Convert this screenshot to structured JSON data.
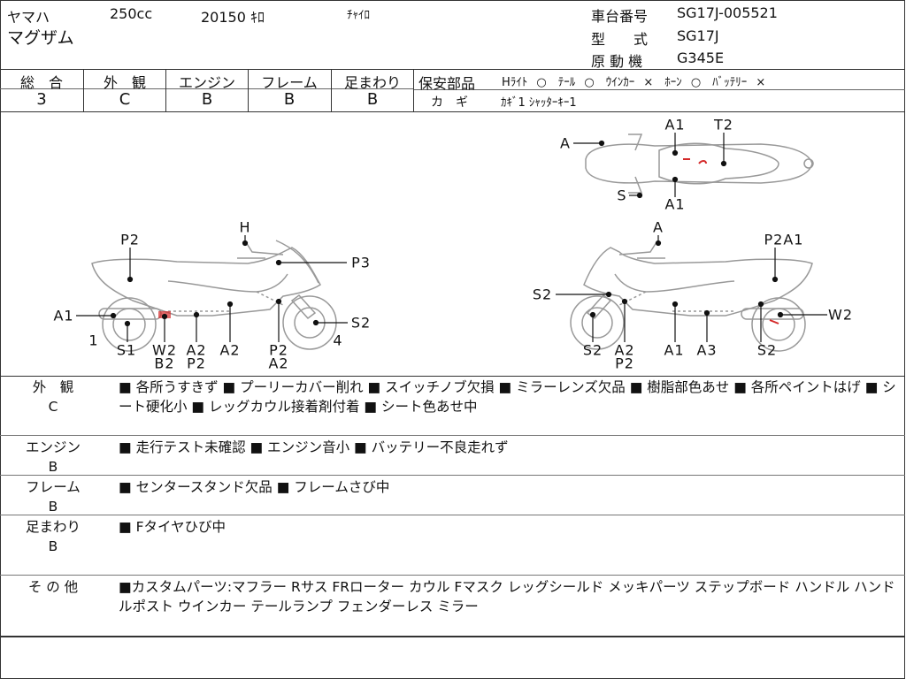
{
  "header": {
    "maker": "ヤマハ",
    "displacement": "250cc",
    "mileage": "20150 ｷﾛ",
    "color": "ﾁｬｲﾛ",
    "model_name": "マグザム",
    "frame_no_label": "車台番号",
    "frame_no": "SG17J-005521",
    "type_label": "型　　式",
    "type": "SG17J",
    "engine_label": "原 動 機",
    "engine": "G345E"
  },
  "grades": [
    {
      "label": "総　合",
      "value": "3"
    },
    {
      "label": "外　観",
      "value": "C"
    },
    {
      "label": "エンジン",
      "value": "B"
    },
    {
      "label": "フレーム",
      "value": "B"
    },
    {
      "label": "足まわり",
      "value": "B"
    }
  ],
  "safety": {
    "label": "保安部品",
    "items": "Hﾗｲﾄ ○　ﾃｰﾙ ○　ｳｲﾝｶｰ ×　ﾎｰﾝ ○　ﾊﾞｯﾃﾘｰ ×",
    "key_label": "カ　ギ",
    "key_value": "ｶｷﾞ1 ｼｬｯﾀｰｷｰ1"
  },
  "diagram": {
    "top_view": [
      "A",
      "A1",
      "T2",
      "S",
      "A1"
    ],
    "left_view": [
      "P2",
      "H",
      "P3",
      "A1",
      "S2",
      "1",
      "S1",
      "W2",
      "B2",
      "A2",
      "P2",
      "A2",
      "P2",
      "A2",
      "4"
    ],
    "right_view": [
      "A",
      "P2A1",
      "S2",
      "W2",
      "S2",
      "A2",
      "P2",
      "A1",
      "A3",
      "S2"
    ],
    "damage_color": "#d42a2a"
  },
  "comments": [
    {
      "category": "外　観",
      "grade": "C",
      "text": "■ 各所うすきず ■ プーリーカバー削れ ■ スイッチノブ欠損 ■ ミラーレンズ欠品 ■ 樹脂部色あせ ■ 各所ペイントはげ ■ シート硬化小 ■ レッグカウル接着剤付着 ■ シート色あせ中"
    },
    {
      "category": "エンジン",
      "grade": "B",
      "text": "■ 走行テスト未確認 ■ エンジン音小 ■ バッテリー不良走れず"
    },
    {
      "category": "フレーム",
      "grade": "B",
      "text": "■ センタースタンド欠品 ■ フレームさび中"
    },
    {
      "category": "足まわり",
      "grade": "B",
      "text": "■ Fタイヤひび中"
    },
    {
      "category": "そ の 他",
      "text": "■カスタムパーツ:マフラー Rサス FRローター カウル Fマスク レッグシールド メッキパーツ ステップボード ハンドル ハンドルポスト ウインカー テールランプ フェンダーレス ミラー"
    }
  ]
}
